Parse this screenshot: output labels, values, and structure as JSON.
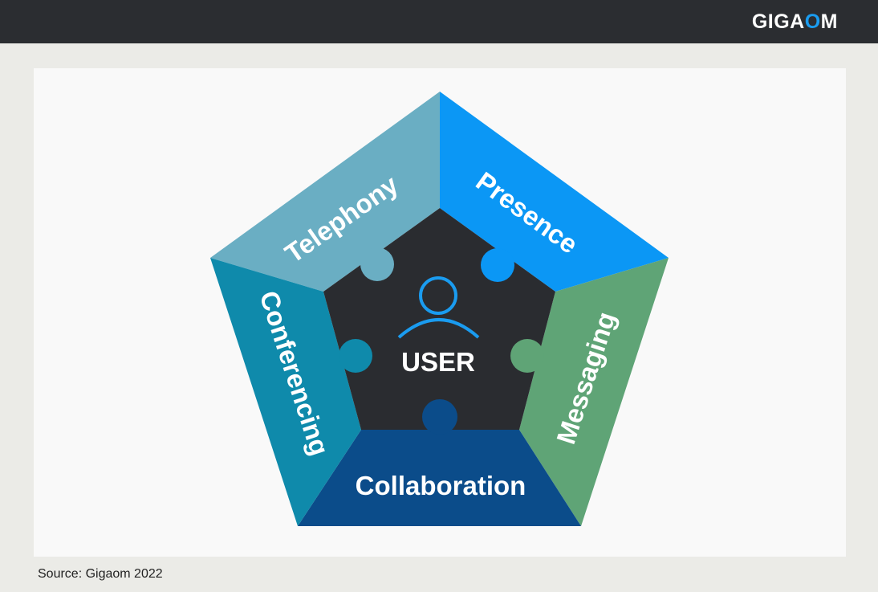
{
  "header": {
    "logo_text_pre": "GIGA",
    "logo_text_o": "O",
    "logo_text_post": "M"
  },
  "diagram": {
    "center_label": "USER",
    "center_icon": "user-icon",
    "segments": [
      {
        "label": "Telephony",
        "color": "#6aaec3"
      },
      {
        "label": "Presence",
        "color": "#0b97f5"
      },
      {
        "label": "Messaging",
        "color": "#5fa476"
      },
      {
        "label": "Collaboration",
        "color": "#0b4c8a"
      },
      {
        "label": "Conferencing",
        "color": "#0f8aab"
      }
    ],
    "center_color": "#2a2c30",
    "accent_color": "#1a9cf0"
  },
  "footer": {
    "source": "Source: Gigaom 2022"
  }
}
